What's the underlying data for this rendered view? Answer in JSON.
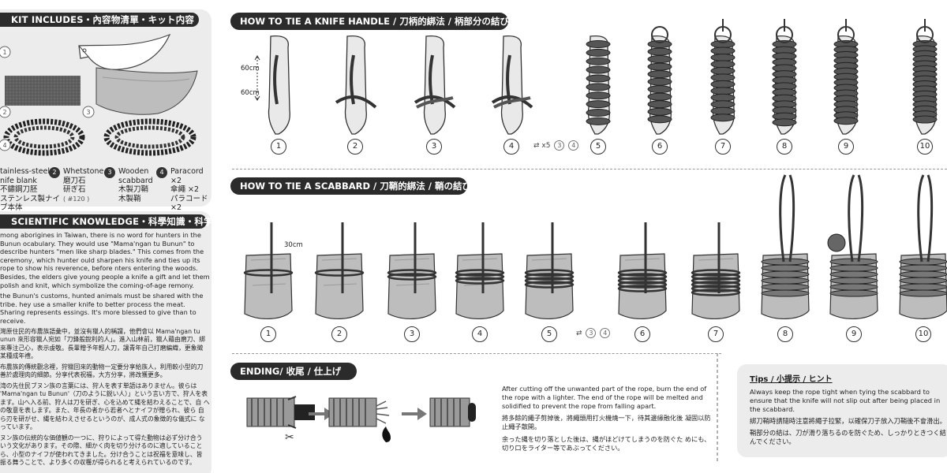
{
  "kit": {
    "title": "KIT INCLUDES・內容物清單・キット内容",
    "items": [
      {
        "num": "1",
        "lines": [
          "tainless-steel",
          "nife blank",
          "不鏽鋼刀胚",
          "ステンレス製ナイ",
          "ブ本体"
        ]
      },
      {
        "num": "2",
        "lines": [
          "Whetstone",
          "磨刀石",
          "研ぎ石"
        ],
        "sub": "( #120 )"
      },
      {
        "num": "3",
        "lines": [
          "Wooden",
          "scabbard",
          "木製刀鞘",
          "木製鞘"
        ]
      },
      {
        "num": "4",
        "lines": [
          "Paracord ×2",
          "傘繩 ×2",
          "パラコード ×2"
        ]
      }
    ]
  },
  "science": {
    "title": "SCIENTIFIC KNOWLEDGE・科學知識・科学の豆知識",
    "paragraphs": [
      "mong aborigines in Taiwan, there is no word for hunters in the Bunun ocabulary. They would use \"Mama'ngan tu Bunun\" to describe hunters \"men like sharp blades.\" This comes from the ceremony, which hunter ould sharpen his knife and ties up its rope to show his reverence, before nters entering the woods. Besides, the elders give young people a knife a gift and let them polish and knit, which symbolize the coming-of-age remony.",
      "the Bunun's customs, hunted animals must be shared with the tribe. hey use a smaller knife to better process the meat. Sharing represents essings. It's more blessed to give than to receive.",
      "灣原住民的布農族語彙中，並沒有獵人的稱謂，他們會以 Mama'ngan tu unun 來形容獵人宛如「刀鋒般銳利的人」。進入山林前，獵人藉由磨刀、綁 來專注己心，表示虔敬。長輩贈予年輕人刀，讓青年自己打磨編織，更象徵 某種成年禮。",
      "布農族的傳統觀念裡，狩獵回來的動物一定要分享給族人，利用較小型的刀 善於處理肉的細節。分享代表祝福，大方分享，將改獲更多。",
      "湾の先住民ブヌン族の言葉には、狩人を表す単語はありません。彼らは 'Mama'ngan tu Bunun'（刀のように鋭い人）」という言い方で、狩人を表 ます。山へ入る前、狩人は刀を研ぎ、心を込めて縄を結わえることで、自 への敬意を表します。また、年長の者から若者へとナイフが贈られ、彼ら 自ら刃を研がせ、縄を結わえさせるというのが、成人式の象徴的な儀式に なっています。",
      "ヌン族の伝統的な価値観の一つに、狩りによって得た動物は必ず分け合う いう文化があります。その際、細かく肉を切り分けるのに適していること ら、小型のナイフが使われてきました。分け合うことは祝福を意味し、皆 振る舞うことで、より多くの収穫が得られると考えられているのです。"
    ]
  },
  "handle": {
    "title": "HOW TO TIE A KNIFE HANDLE / 刀柄的綁法 / 柄部分の結び方",
    "steps": [
      "1",
      "2",
      "3",
      "4",
      "5",
      "6",
      "7",
      "8",
      "9",
      "10"
    ],
    "measure_top": "60cm",
    "measure_bottom": "60cm",
    "repeat": {
      "count": "x5",
      "refs": [
        "3",
        "4"
      ]
    }
  },
  "scabbard": {
    "title": "HOW TO TIE A SCABBARD / 刀鞘的綁法 / 鞘の結び方",
    "steps": [
      "1",
      "2",
      "3",
      "4",
      "5",
      "6",
      "7",
      "8",
      "9",
      "10"
    ],
    "measure": "30cm",
    "repeat": {
      "refs": [
        "3",
        "4"
      ]
    }
  },
  "ending": {
    "title": "ENDING/ 收尾 / 仕上げ",
    "paragraphs": [
      "After cutting off the unwanted part of the rope, burn the end of the rope with a lighter. The end of the rope will be melted and solidified to prevent the rope from falling apart.",
      "將多餘的繩子剪掉後，將繩頭用打火機燒一下，待其邊緣融化後 凝固以防止繩子散開。",
      "余った縄を切り落とした後は、縄がほどけてしまうのを防ぐた めにも、切り口をライター等であぶってください。"
    ]
  },
  "tips": {
    "title": "Tips / 小提示 / ヒント",
    "paragraphs": [
      "Always keep the rope tight when tying the scabbard to ensure that the knife will not slip out after being placed in the scabbard.",
      "綁刀鞘時請隨時注意將繩子拉緊，以確保刀子放入刀鞘後不會滑出。",
      "鞘部分の結は、刀が滑り落ちるのを防ぐため、しっかりときつく結 んでください。"
    ]
  },
  "colors": {
    "pill": "#2b2b2b",
    "panel": "#ececec",
    "rope": "#3a3a3a",
    "blade": "#cfcfcf"
  }
}
